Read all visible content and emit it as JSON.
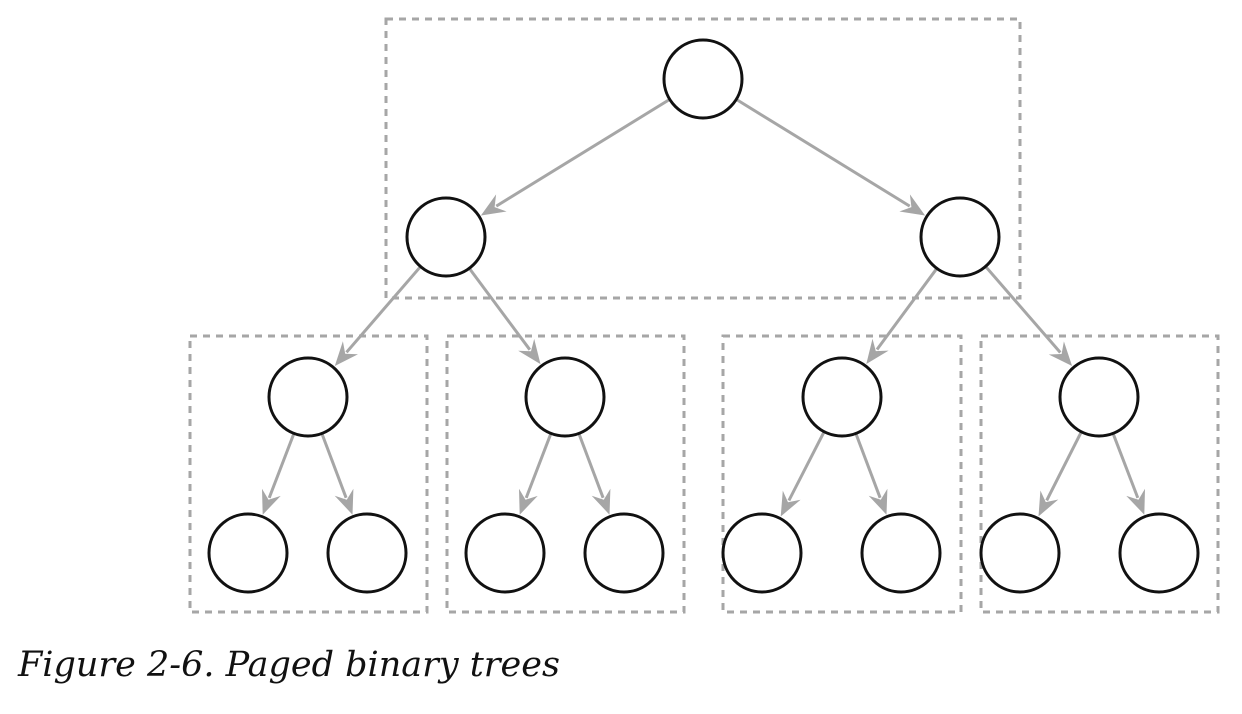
{
  "caption": "Figure 2-6. Paged binary trees",
  "colors": {
    "node_stroke": "#111111",
    "edge": "#a6a6a6",
    "page_border": "#a6a6a6",
    "background": "#ffffff"
  },
  "diagram": {
    "type": "paged binary tree",
    "nodes": [
      {
        "id": "root",
        "page": "top"
      },
      {
        "id": "L",
        "page": "top"
      },
      {
        "id": "R",
        "page": "top"
      },
      {
        "id": "LL",
        "page": "page-1"
      },
      {
        "id": "LR",
        "page": "page-2"
      },
      {
        "id": "RL",
        "page": "page-3"
      },
      {
        "id": "RR",
        "page": "page-4"
      },
      {
        "id": "LLL",
        "page": "page-1"
      },
      {
        "id": "LLR",
        "page": "page-1"
      },
      {
        "id": "LRL",
        "page": "page-2"
      },
      {
        "id": "LRR",
        "page": "page-2"
      },
      {
        "id": "RLL",
        "page": "page-3"
      },
      {
        "id": "RLR",
        "page": "page-3"
      },
      {
        "id": "RRL",
        "page": "page-4"
      },
      {
        "id": "RRR",
        "page": "page-4"
      }
    ],
    "edges": [
      {
        "from": "root",
        "to": "L"
      },
      {
        "from": "root",
        "to": "R"
      },
      {
        "from": "L",
        "to": "LL"
      },
      {
        "from": "L",
        "to": "LR"
      },
      {
        "from": "R",
        "to": "RL"
      },
      {
        "from": "R",
        "to": "RR"
      },
      {
        "from": "LL",
        "to": "LLL"
      },
      {
        "from": "LL",
        "to": "LLR"
      },
      {
        "from": "LR",
        "to": "LRL"
      },
      {
        "from": "LR",
        "to": "LRR"
      },
      {
        "from": "RL",
        "to": "RLL"
      },
      {
        "from": "RL",
        "to": "RLR"
      },
      {
        "from": "RR",
        "to": "RRL"
      },
      {
        "from": "RR",
        "to": "RRR"
      }
    ],
    "pages": [
      "top",
      "page-1",
      "page-2",
      "page-3",
      "page-4"
    ]
  }
}
